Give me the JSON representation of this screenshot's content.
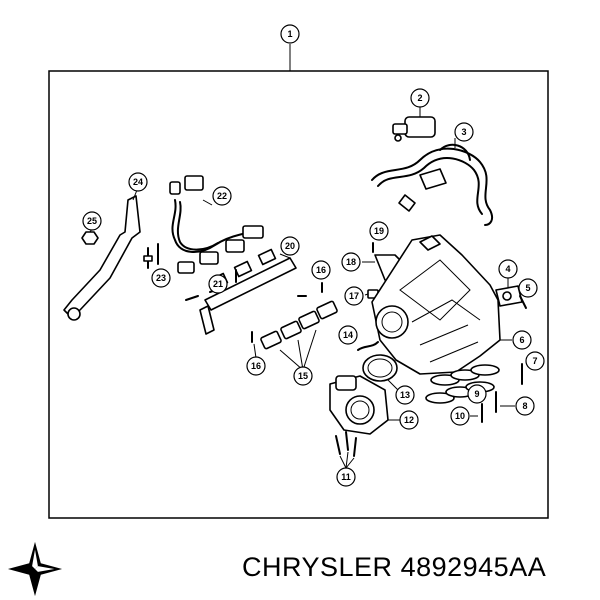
{
  "callouts": {
    "c1": "1",
    "c2": "2",
    "c3": "3",
    "c4": "4",
    "c5": "5",
    "c6": "6",
    "c7": "7",
    "c8": "8",
    "c9": "9",
    "c10": "10",
    "c11": "11",
    "c12": "12",
    "c13": "13",
    "c14": "14",
    "c15": "15",
    "c16a": "16",
    "c16b": "16",
    "c17": "17",
    "c18": "18",
    "c19": "19",
    "c20": "20",
    "c21": "21",
    "c22": "22",
    "c23": "23",
    "c24": "24",
    "c25": "25"
  },
  "footer": {
    "brand": "CHRYSLER",
    "part_number": "4892945AA"
  },
  "logo_icon": "chrysler-pentastar-icon",
  "colors": {
    "ink": "#000000",
    "background": "#ffffff"
  }
}
